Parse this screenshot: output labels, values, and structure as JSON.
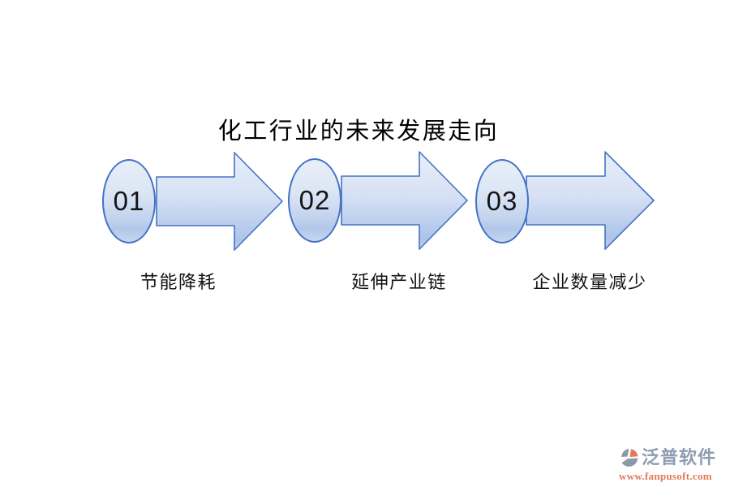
{
  "title": "化工行业的未来发展走向",
  "diagram": {
    "type": "process-flow",
    "direction": "left-to-right",
    "steps": [
      {
        "number": "01",
        "label": "节能降耗"
      },
      {
        "number": "02",
        "label": "延伸产业链"
      },
      {
        "number": "03",
        "label": "企业数量减少"
      }
    ],
    "colors": {
      "shape_border": "#4372c4",
      "shape_fill_light": "#e9eff9",
      "shape_fill_dark": "#b1c7e9",
      "number_text": "#141414",
      "label_text": "#141414",
      "title_text": "#000000"
    }
  },
  "watermark": {
    "name": "泛普软件",
    "url": "www.fanpusoft.com",
    "colors": {
      "name_text": "#8e9cb0",
      "url_text": "#e2795a",
      "icon_gray": "#8d99ab",
      "icon_orange": "#e2795a"
    }
  }
}
